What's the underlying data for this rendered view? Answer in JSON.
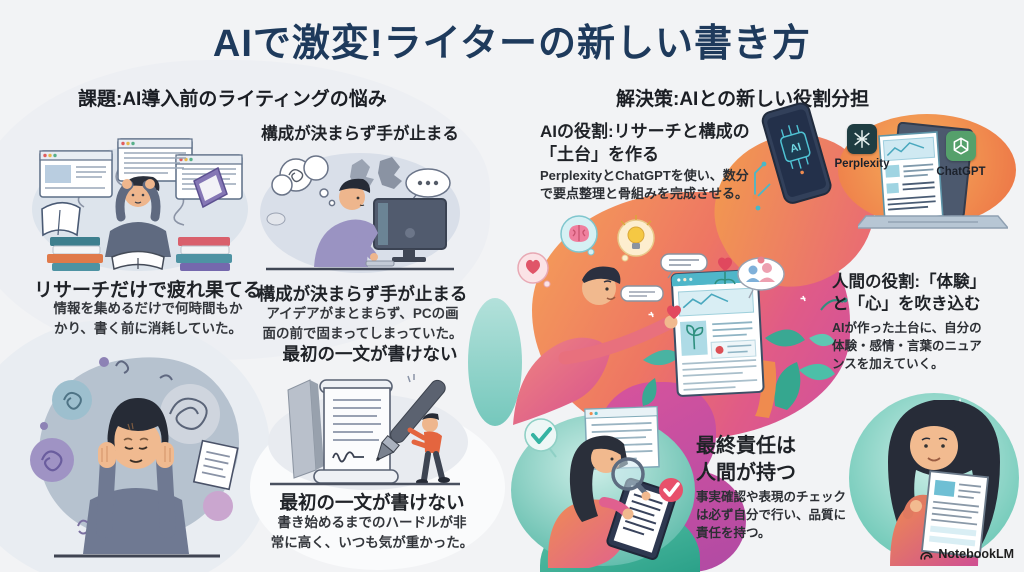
{
  "title": "AIで激変!ライターの新しい書き方",
  "left": {
    "heading": "課題:AI導入前のライティングの悩み",
    "item1": {
      "label": "リサーチだけで疲れ果てる",
      "desc": "情報を集めるだけで何時間もか\nかり、書く前に消耗していた。"
    },
    "item2": {
      "top_label": "構成が決まらず手が止まる",
      "label": "構成が決まらず手が止まる",
      "desc": "アイデアがまとまらず、PCの画\n面の前で固まってしまっていた。"
    },
    "item3": {
      "top_label": "最初の一文が書けない",
      "label": "最初の一文が書けない",
      "desc": "書き始めるまでのハードルが非\n常に高く、いつも気が重かった。"
    }
  },
  "right": {
    "heading": "解決策:AIとの新しい役割分担",
    "block1": {
      "title": "AIの役割:リサーチと構成の\n「土台」を作る",
      "desc": "PerplexityとChatGPTを使い、数分\nで要点整理と骨組みを完成させる。"
    },
    "block2": {
      "title": "人間の役割:「体験」\nと「心」を吹き込む",
      "desc": "AIが作った土台に、自分の\n体験・感情・言葉のニュア\nンスを加えていく。"
    },
    "block3": {
      "title": "最終責任は\n人間が持つ",
      "desc": "事実確認や表現のチェック\nは必ず自分で行い、品質に\n責任を持つ。"
    },
    "tools": {
      "perplexity": "Perplexity",
      "chatgpt": "ChatGPT"
    },
    "ai_chip": "AI"
  },
  "footer": {
    "brand": "NotebookLM"
  },
  "colors": {
    "title": "#1e3a5c",
    "band_orange": "#f29a52",
    "band_pink": "#e96a71",
    "band_magenta": "#cf4f9f",
    "band_teal": "#44b79e",
    "chatgpt_green": "#55a06b",
    "perplexity_dark": "#1f3d42"
  }
}
